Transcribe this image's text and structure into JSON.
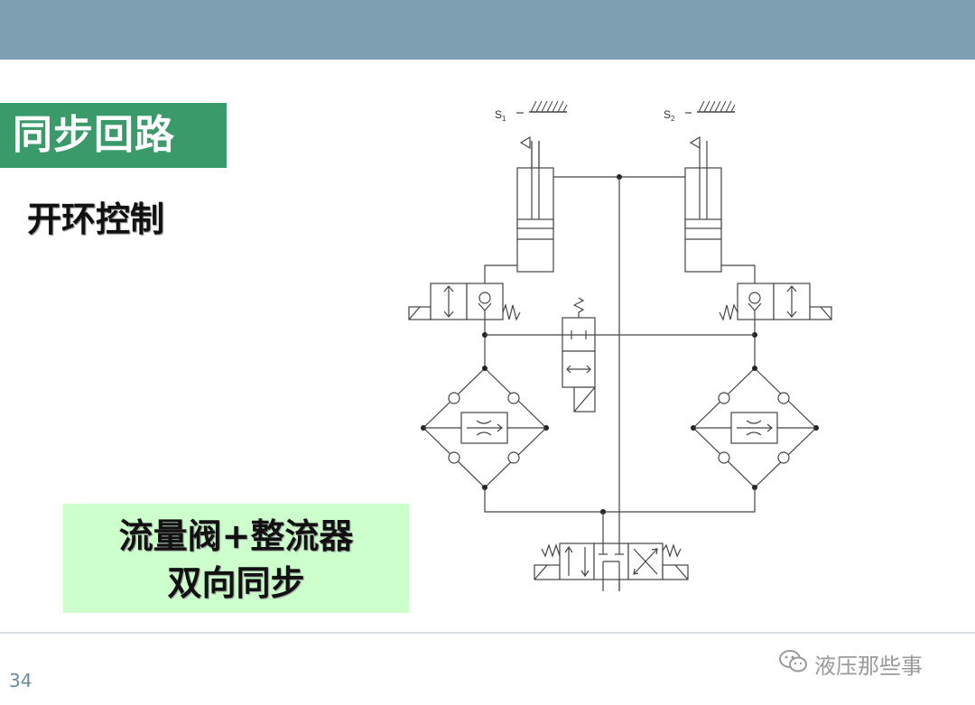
{
  "slide": {
    "title": "同步回路",
    "subtitle": "开环控制",
    "note_line1": "流量阀+整流器",
    "note_line2": "双向同步",
    "page_number": "34",
    "watermark_text": "液压那些事"
  },
  "diagram": {
    "s1_label": "S",
    "s1_sub": "1",
    "s2_label": "S",
    "s2_sub": "2"
  },
  "colors": {
    "topbar": "#7f9fb2",
    "title_bg": "#3a9a6a",
    "note_bg": "#ccffcc",
    "line": "#444444"
  }
}
